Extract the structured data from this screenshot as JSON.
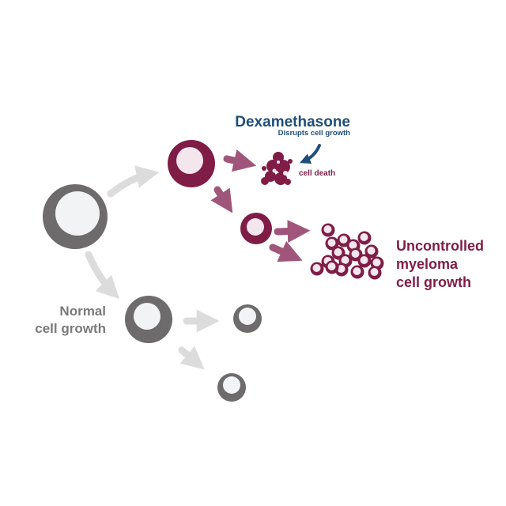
{
  "drug": {
    "name": "Dexamethasone",
    "effect": "Disrupts cell growth"
  },
  "cell_death_label": "cell death",
  "myeloma_label": {
    "line1": "Uncontrolled",
    "line2": "myeloma",
    "line3": "cell growth"
  },
  "normal_label": {
    "line1": "Normal",
    "line2": "cell growth"
  },
  "colors": {
    "normal_cell": "#6e6b6d",
    "normal_arrow": "#dcdcdc",
    "myeloma_cell": "#7f1d47",
    "myeloma_arrow": "#a0567a",
    "drug_text": "#1f4e79",
    "cell_nucleus": "#f2f3f5"
  }
}
